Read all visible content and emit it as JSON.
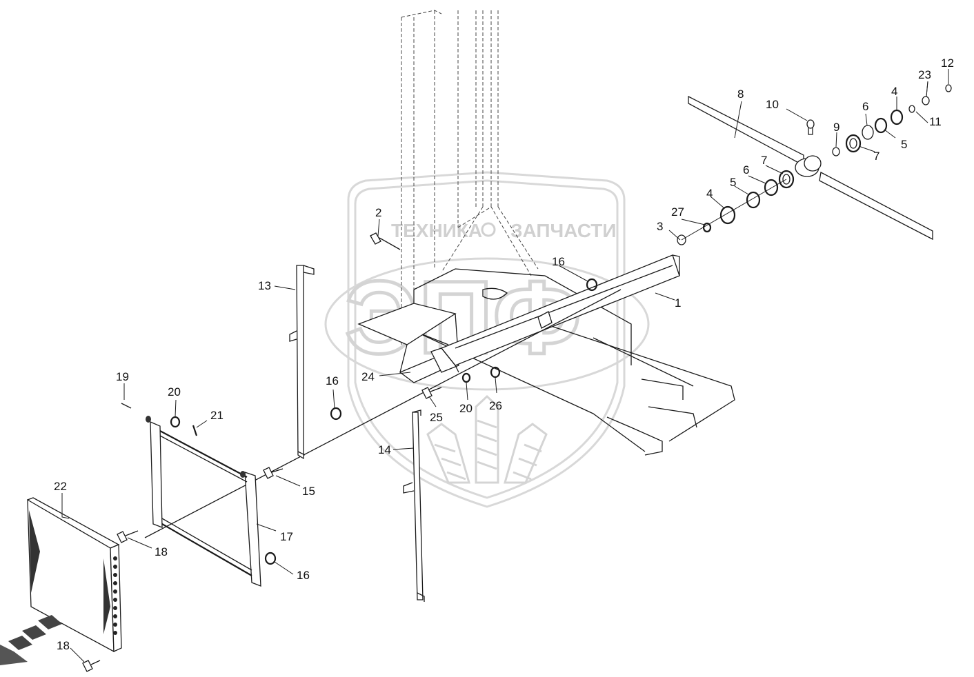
{
  "watermark": {
    "text_left": "ТЕХНИКА",
    "text_right": "ЗАПЧАСТИ",
    "logo_letters": "ЭПФ"
  },
  "callouts": [
    {
      "id": "c1",
      "label": "1"
    },
    {
      "id": "c2",
      "label": "2"
    },
    {
      "id": "c3",
      "label": "3"
    },
    {
      "id": "c4a",
      "label": "4"
    },
    {
      "id": "c4b",
      "label": "4"
    },
    {
      "id": "c5a",
      "label": "5"
    },
    {
      "id": "c5b",
      "label": "5"
    },
    {
      "id": "c6a",
      "label": "6"
    },
    {
      "id": "c6b",
      "label": "6"
    },
    {
      "id": "c7a",
      "label": "7"
    },
    {
      "id": "c7b",
      "label": "7"
    },
    {
      "id": "c8",
      "label": "8"
    },
    {
      "id": "c9",
      "label": "9"
    },
    {
      "id": "c10",
      "label": "10"
    },
    {
      "id": "c11",
      "label": "11"
    },
    {
      "id": "c12",
      "label": "12"
    },
    {
      "id": "c13",
      "label": "13"
    },
    {
      "id": "c14",
      "label": "14"
    },
    {
      "id": "c15",
      "label": "15"
    },
    {
      "id": "c16a",
      "label": "16"
    },
    {
      "id": "c16b",
      "label": "16"
    },
    {
      "id": "c16c",
      "label": "16"
    },
    {
      "id": "c17",
      "label": "17"
    },
    {
      "id": "c18a",
      "label": "18"
    },
    {
      "id": "c18b",
      "label": "18"
    },
    {
      "id": "c19",
      "label": "19"
    },
    {
      "id": "c20a",
      "label": "20"
    },
    {
      "id": "c20b",
      "label": "20"
    },
    {
      "id": "c21",
      "label": "21"
    },
    {
      "id": "c22",
      "label": "22"
    },
    {
      "id": "c23",
      "label": "23"
    },
    {
      "id": "c24",
      "label": "24"
    },
    {
      "id": "c25",
      "label": "25"
    },
    {
      "id": "c26",
      "label": "26"
    },
    {
      "id": "c27",
      "label": "27"
    }
  ]
}
